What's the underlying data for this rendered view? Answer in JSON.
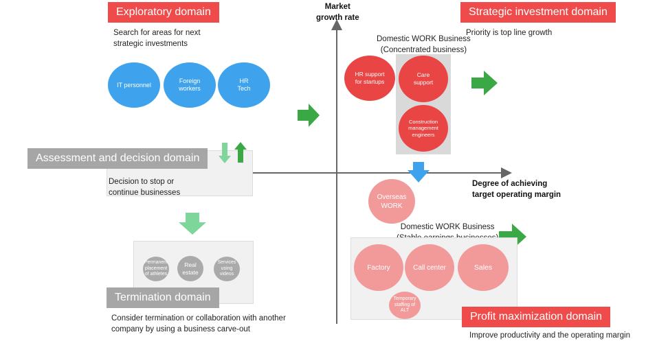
{
  "axes": {
    "y_label_line1": "Market",
    "y_label_line2": "growth rate",
    "x_label_line1": "Degree of achieving",
    "x_label_line2": "target operating margin"
  },
  "exploratory": {
    "title": "Exploratory domain",
    "desc_line1": "Search for areas for next",
    "desc_line2": "strategic investments",
    "circles": [
      {
        "line1": "IT personnel",
        "line2": ""
      },
      {
        "line1": "Foreign",
        "line2": "workers"
      },
      {
        "line1": "HR",
        "line2": "Tech"
      }
    ]
  },
  "strategic": {
    "title": "Strategic investment domain",
    "desc": "Priority is top line growth",
    "group_line1": "Domestic WORK Business",
    "group_line2": "(Concentrated business)",
    "circles": [
      {
        "line1": "HR support",
        "line2": "for startups",
        "line3": ""
      },
      {
        "line1": "Care",
        "line2": "support",
        "line3": ""
      },
      {
        "line1": "Construction",
        "line2": "management",
        "line3": "engineers"
      }
    ]
  },
  "assessment": {
    "title": "Assessment and decision domain",
    "desc_line1": "Decision to stop or",
    "desc_line2": "continue businesses"
  },
  "termination": {
    "title": "Termination domain",
    "desc_line1": "Consider termination or collaboration with another",
    "desc_line2": "company by using a business carve-out",
    "circles": [
      {
        "line1": "Permanent",
        "line2": "placement",
        "line3": "of athletes"
      },
      {
        "line1": "Real",
        "line2": "estate",
        "line3": ""
      },
      {
        "line1": "Services",
        "line2": "using",
        "line3": "videos"
      }
    ]
  },
  "profit": {
    "title": "Profit maximization domain",
    "desc": "Improve productivity and the operating margin",
    "group_line1": "Domestic WORK Business",
    "group_line2": "(Stable earnings businesses)",
    "overseas_line1": "Overseas",
    "overseas_line2": "WORK",
    "circles": [
      {
        "line1": "Factory",
        "line2": "",
        "line3": ""
      },
      {
        "line1": "Call center",
        "line2": "",
        "line3": ""
      },
      {
        "line1": "Sales",
        "line2": "",
        "line3": ""
      },
      {
        "line1": "Temporary",
        "line2": "staffing of",
        "line3": "ALT"
      }
    ]
  },
  "colors": {
    "red": "#ef4b4b",
    "blue": "#3ea3ec",
    "pink": "#f29a9a",
    "grey": "#a6a6a6",
    "green": "#3aa845",
    "light_green": "#7ed69a"
  }
}
